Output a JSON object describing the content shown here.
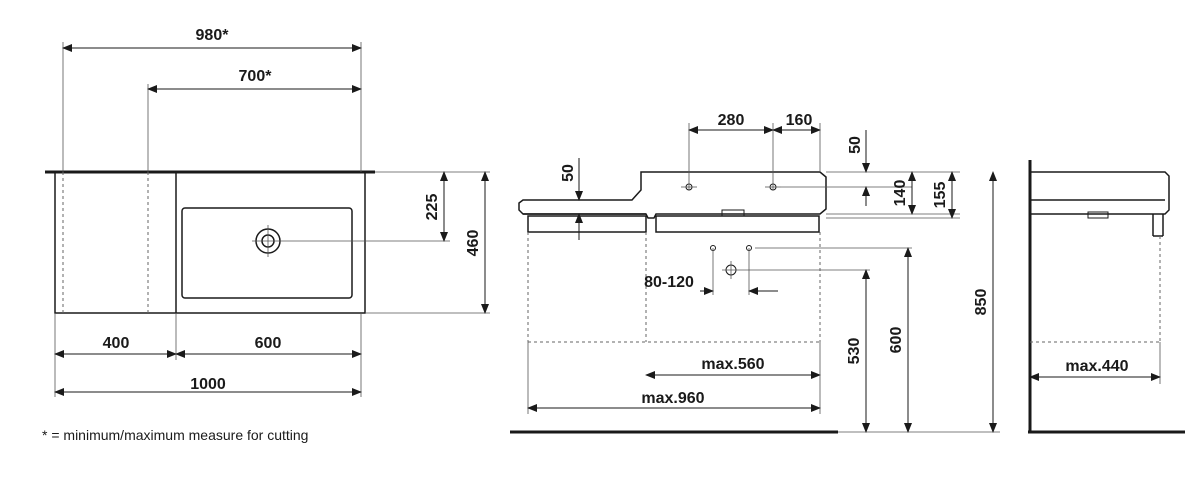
{
  "top_view": {
    "dim_980": "980*",
    "dim_700": "700*",
    "dim_225": "225",
    "dim_460": "460",
    "dim_400": "400",
    "dim_600": "600",
    "dim_1000": "1000"
  },
  "footnote": "* = minimum/maximum measure for cutting",
  "front_view": {
    "dim_280": "280",
    "dim_160": "160",
    "dim_50_left": "50",
    "dim_50_right": "50",
    "dim_140": "140",
    "dim_155": "155",
    "dim_80_120": "80-120",
    "dim_max560": "max.560",
    "dim_max960": "max.960",
    "dim_530": "530",
    "dim_600": "600",
    "dim_850": "850"
  },
  "side_view": {
    "dim_max440": "max.440"
  }
}
